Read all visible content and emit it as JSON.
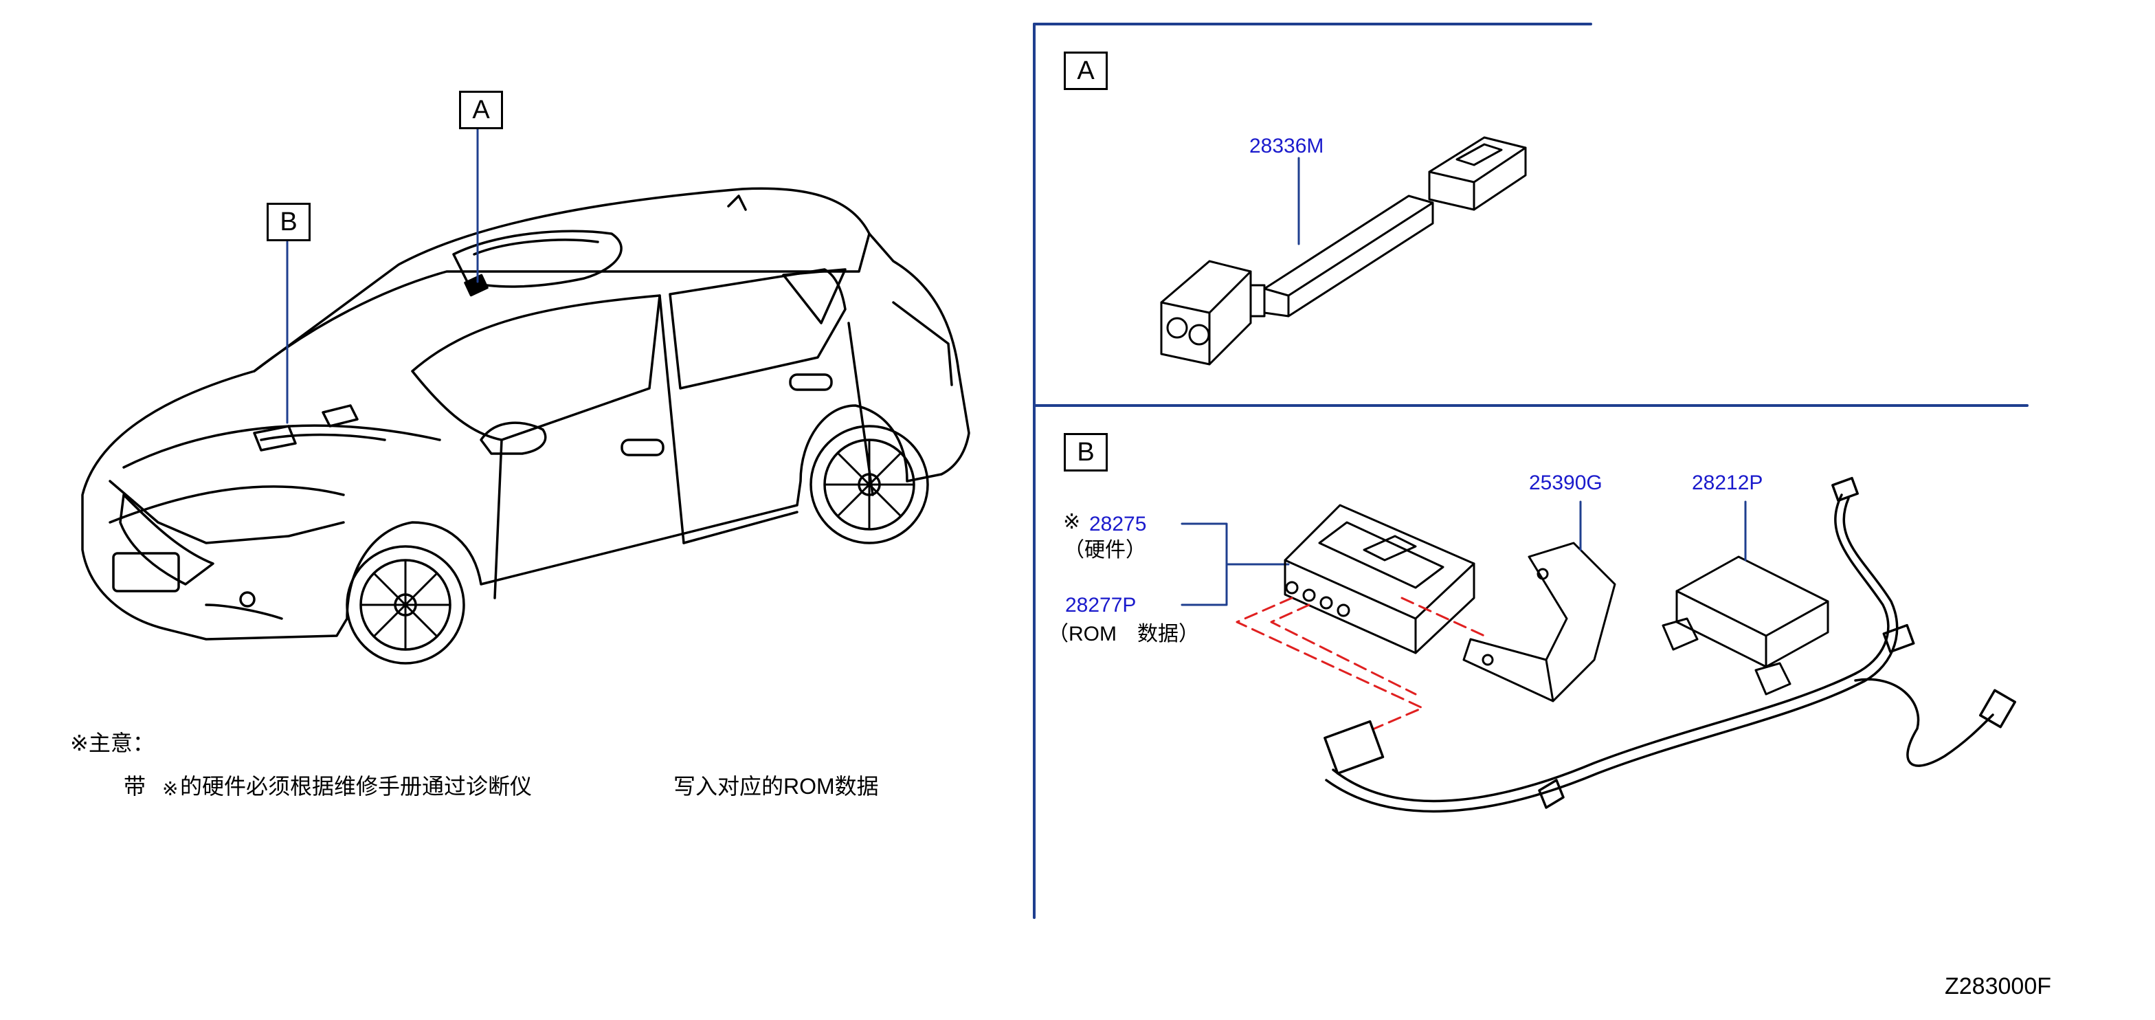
{
  "callouts": {
    "a": "A",
    "b": "B"
  },
  "parts": {
    "p28336m": "28336M",
    "p25390g": "25390G",
    "p28212p": "28212P",
    "p28275": "28275",
    "p28275_mark": "※",
    "p28275_sub": "（硬件）",
    "p28277p": "28277P",
    "p28277p_sub": "（ROM　数据）"
  },
  "note": {
    "title": "※主意：",
    "line_prefix": "带",
    "line_mark": "※",
    "line_middle": "的硬件必须根据维修手册通过诊断仪",
    "line_suffix": "写入对应的ROM数据"
  },
  "diagram_code": "Z283000F",
  "colors": {
    "divider": "#1f3f8f",
    "label": "#1a1acc",
    "dash": "#e02020",
    "ink": "#000000"
  }
}
